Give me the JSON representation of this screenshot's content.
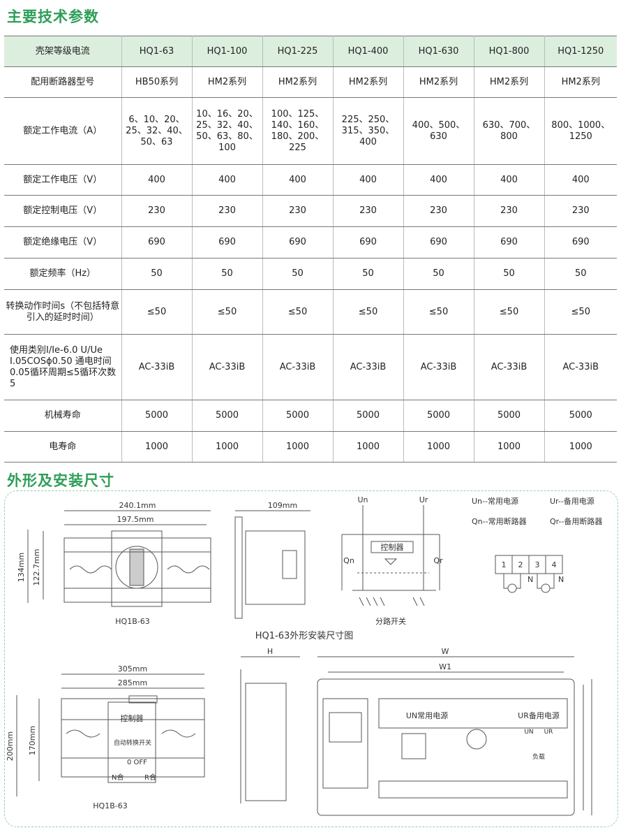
{
  "headings": {
    "specs": "主要技术参数",
    "dims": "外形及安装尺寸"
  },
  "table": {
    "header": [
      "壳架等级电流",
      "HQ1-63",
      "HQ1-100",
      "HQ1-225",
      "HQ1-400",
      "HQ1-630",
      "HQ1-800",
      "HQ1-1250"
    ],
    "rows": [
      {
        "label": "配用断路器型号",
        "cells": [
          "HB50系列",
          "HM2系列",
          "HM2系列",
          "HM2系列",
          "HM2系列",
          "HM2系列",
          "HM2系列"
        ]
      },
      {
        "label": "额定工作电流（A）",
        "cells": [
          "6、10、20、25、32、40、50、63",
          "10、16、20、25、32、40、50、63、80、100",
          "100、125、140、160、180、200、225",
          "225、250、315、350、400",
          "400、500、630",
          "630、700、800",
          "800、1000、1250"
        ]
      },
      {
        "label": "额定工作电压（V）",
        "cells": [
          "400",
          "400",
          "400",
          "400",
          "400",
          "400",
          "400"
        ]
      },
      {
        "label": "额定控制电压（V）",
        "cells": [
          "230",
          "230",
          "230",
          "230",
          "230",
          "230",
          "230"
        ]
      },
      {
        "label": "额定绝缘电压（V）",
        "cells": [
          "690",
          "690",
          "690",
          "690",
          "690",
          "690",
          "690"
        ]
      },
      {
        "label": "额定频率（Hz）",
        "cells": [
          "50",
          "50",
          "50",
          "50",
          "50",
          "50",
          "50"
        ]
      },
      {
        "label": "转换动作时间s（不包括特意引入的延时时间）",
        "cells": [
          "≤50",
          "≤50",
          "≤50",
          "≤50",
          "≤50",
          "≤50",
          "≤50"
        ]
      },
      {
        "label": "使用类别I/Ie-6.0 U/Ue I.05COSϕ0.50 通电时间0.05循环周期≤5循环次数5",
        "cells": [
          "AC-33iB",
          "AC-33iB",
          "AC-33iB",
          "AC-33iB",
          "AC-33iB",
          "AC-33iB",
          "AC-33iB"
        ]
      },
      {
        "label": "机械寿命",
        "cells": [
          "5000",
          "5000",
          "5000",
          "5000",
          "5000",
          "5000",
          "5000"
        ]
      },
      {
        "label": "电寿命",
        "cells": [
          "1000",
          "1000",
          "1000",
          "1000",
          "1000",
          "1000",
          "1000"
        ]
      }
    ]
  },
  "drawing": {
    "top": {
      "dim_total_width": "240.1mm",
      "dim_inner_width": "197.5mm",
      "dim_height": "134mm",
      "dim_inner_height": "122.7mm",
      "dim_depth": "109mm",
      "model": "HQ1B-63",
      "caption": "HQ1-63外形安装尺寸图"
    },
    "schematic": {
      "un": "Un",
      "ur": "Ur",
      "qn": "Qn",
      "qr": "Qr",
      "controller": "控制器",
      "caption": "分路开关"
    },
    "legend": {
      "un": "Un--常用电源",
      "ur": "Ur--备用电源",
      "qn": "Qn--常用断路器",
      "qr": "Qr--备用断路器",
      "terminals": [
        "1",
        "2",
        "3",
        "4"
      ],
      "n": "N"
    },
    "bottom": {
      "dim_total_width": "305mm",
      "dim_inner_width": "285mm",
      "dim_height": "200mm",
      "dim_inner_height": "170mm",
      "controller": "控制器",
      "auto_switch": "自动转换开关",
      "off": "0 OFF",
      "n_close": "N合",
      "r_close": "R合",
      "model": "HQ1B-63",
      "dim_h": "H",
      "dim_w": "W",
      "dim_w1": "W1",
      "un_label": "UN常用电源",
      "ur_label": "UR备用电源",
      "un": "UN",
      "ur": "UR",
      "load": "负载"
    }
  }
}
